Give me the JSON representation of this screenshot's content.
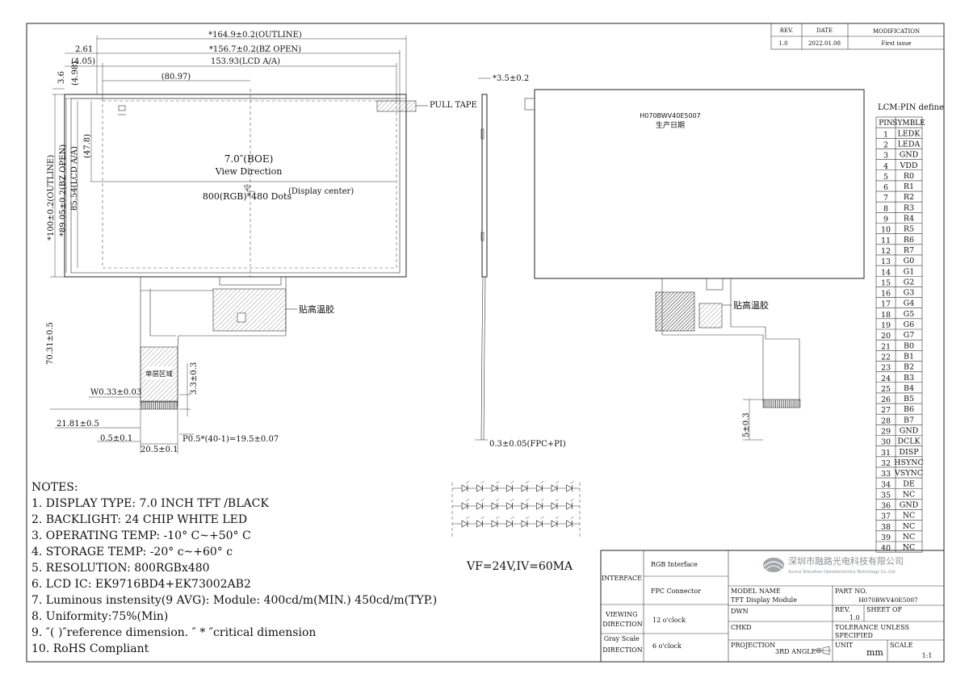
{
  "revision_table": {
    "headers": [
      "REV.",
      "DATE",
      "MODIFICATION"
    ],
    "row": [
      "1.0",
      "2022.01.08",
      "First issue"
    ]
  },
  "front_view": {
    "dim_outline_w": "*164.9±0.2(OUTLINE)",
    "dim_bz_open_w": "*156.7±0.2(BZ OPEN)",
    "dim_lcd_aa_w": "153.93(LCD A/A)",
    "dim_2_61": "2.61",
    "dim_4_05": "(4.05)",
    "dim_80_97": "(80.97)",
    "dim_3_6": "3.6",
    "dim_4_98": "(4.98)",
    "dim_47_8": "(47.8)",
    "dim_outline_h": "*100±0.2(OUTLINE)",
    "dim_bz_open_h": "*89.05±0.2(BZ OPEN)",
    "dim_lcd_aa_h": "85.54(LCD A/A)",
    "pull_tape": "PULL TAPE",
    "size_label": "7.0″(BOE)",
    "view_direction": "View Direction",
    "dots": "800(RGB)*480 Dots",
    "display_center": "(Display center)",
    "adhesive": "贴高温胶",
    "single_layer": "单层区域",
    "dim_70_31": "70.31±0.5",
    "dim_w033": "W0.33±0.03",
    "dim_3_3": "3.3±0.3",
    "dim_21_81": "21.81±0.5",
    "dim_0_5": "0.5±0.1",
    "dim_20_5": "20.5±0.1",
    "dim_pitch": "P0.5*(40-1)=19.5±0.07"
  },
  "side_view": {
    "dim_thickness": "*3.5±0.2",
    "dim_fpc": "0.3±0.05(FPC+PI)"
  },
  "back_view": {
    "model_code": "H070BWV40E5007",
    "date_label": "生产日期",
    "adhesive": "贴高温胶",
    "dim_5": "5±0.3"
  },
  "led_circuit": {
    "spec": "VF=24V,IV=60MA"
  },
  "pin_table": {
    "title": "LCM:PIN define",
    "headers": [
      "PIN",
      "SYMBLE"
    ],
    "rows": [
      [
        "1",
        "LEDK"
      ],
      [
        "2",
        "LEDA"
      ],
      [
        "3",
        "GND"
      ],
      [
        "4",
        "VDD"
      ],
      [
        "5",
        "R0"
      ],
      [
        "6",
        "R1"
      ],
      [
        "7",
        "R2"
      ],
      [
        "8",
        "R3"
      ],
      [
        "9",
        "R4"
      ],
      [
        "10",
        "R5"
      ],
      [
        "11",
        "R6"
      ],
      [
        "12",
        "R7"
      ],
      [
        "13",
        "G0"
      ],
      [
        "14",
        "G1"
      ],
      [
        "15",
        "G2"
      ],
      [
        "16",
        "G3"
      ],
      [
        "17",
        "G4"
      ],
      [
        "18",
        "G5"
      ],
      [
        "19",
        "G6"
      ],
      [
        "20",
        "G7"
      ],
      [
        "21",
        "B0"
      ],
      [
        "22",
        "B1"
      ],
      [
        "23",
        "B2"
      ],
      [
        "24",
        "B3"
      ],
      [
        "25",
        "B4"
      ],
      [
        "26",
        "B5"
      ],
      [
        "27",
        "B6"
      ],
      [
        "28",
        "B7"
      ],
      [
        "29",
        "GND"
      ],
      [
        "30",
        "DCLK"
      ],
      [
        "31",
        "DISP"
      ],
      [
        "32",
        "HSYNC"
      ],
      [
        "33",
        "VSYNC"
      ],
      [
        "34",
        "DE"
      ],
      [
        "35",
        "NC"
      ],
      [
        "36",
        "GND"
      ],
      [
        "37",
        "NC"
      ],
      [
        "38",
        "NC"
      ],
      [
        "39",
        "NC"
      ],
      [
        "40",
        "NC"
      ]
    ]
  },
  "notes": {
    "title": "NOTES:",
    "items": [
      "1. DISPLAY TYPE: 7.0 INCH TFT /BLACK",
      "2. BACKLIGHT: 24 CHIP WHITE LED",
      "3. OPERATING TEMP: -10° C~+50° C",
      "4. STORAGE TEMP: -20° c~+60° c",
      "5. RESOLUTION: 800RGBx480",
      "6. LCD IC: EK9716BD4+EK73002AB2",
      "7. Luminous instensity(9 AVG):  Module: 400cd/m(MIN.) 450cd/m(TYP.)",
      "8. Uniformity:75%(Min)",
      "9. ″( )″reference dimension. ″ * ″critical dimension",
      "10. RoHS Compliant"
    ]
  },
  "title_block": {
    "interface_label": "INTERFACE",
    "rgb_interface": "RGB Interface",
    "fpc_connector": "FPC Connector",
    "viewing_direction_label": "VIEWING DIRECTION",
    "viewing_direction_value": "12 o'clock",
    "gray_scale_label": "Gray Scale DIRECTION",
    "gray_scale_value": "6 o'clock",
    "company_cn": "深圳市融路光电科技有限公司",
    "company_en": "Xunrui Shenzhen Optoelectronics Technology Co.,Ltd.",
    "model_name_label": "MODEL NAME",
    "model_name_value": "TFT Display Module",
    "part_no_label": "PART NO.",
    "part_no_value": "H070BWV40E5007",
    "dwn_label": "DWN",
    "chkd_label": "CHKD",
    "rev_label": "REV.",
    "rev_value": "1.0",
    "sheet_label": "SHEET OF",
    "tolerance_label": "TOLERANCE UNLESS SPECIFIED",
    "projection_label": "PROJECTION",
    "projection_value": "3RD ANGLE",
    "unit_label": "UNIT",
    "unit_value": "mm",
    "scale_label": "SCALE",
    "scale_value": "1:1"
  }
}
